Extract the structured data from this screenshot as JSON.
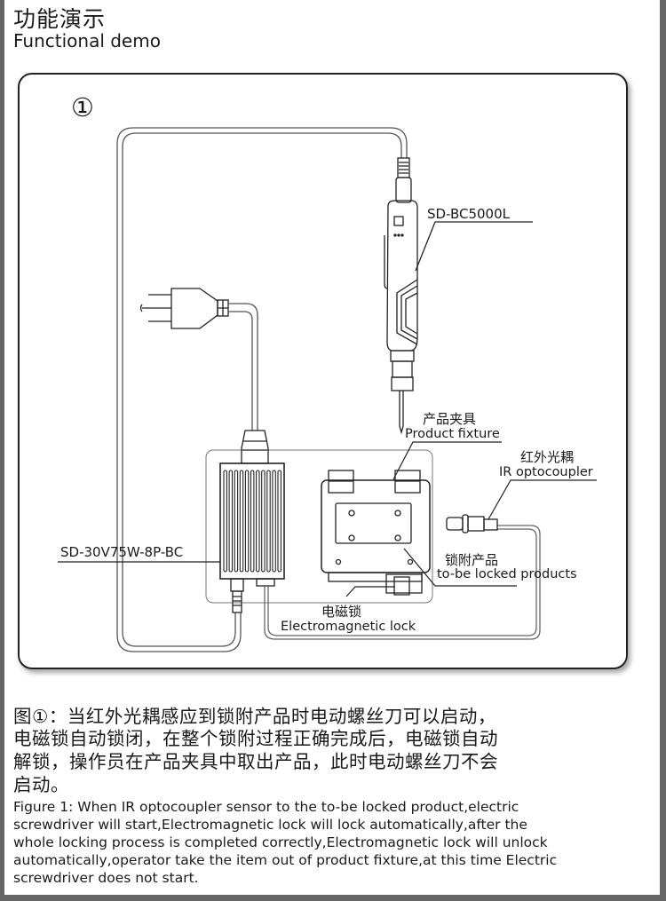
{
  "header": {
    "title_cn": "功能演示",
    "title_en": "Functional demo"
  },
  "diagram": {
    "number": "①",
    "labels": {
      "screwdriver": "SD-BC5000L",
      "power_supply": "SD-30V75W-8P-BC",
      "fixture_cn": "产品夹具",
      "fixture_en": "Product fixture",
      "ir_cn": "红外光耦",
      "ir_en": "IR optocoupler",
      "product_cn": "锁附产品",
      "product_en": "to-be locked products",
      "lock_cn": "电磁锁",
      "lock_en": "Electromagnetic lock"
    }
  },
  "caption": {
    "cn": [
      "图①：当红外光耦感应到锁附产品时电动螺丝刀可以启动，",
      "电磁锁自动锁闭，在整个锁附过程正确完成后，电磁锁自动",
      "解锁，操作员在产品夹具中取出产品，此时电动螺丝刀不会",
      "启动。"
    ],
    "en": [
      "Figure 1: When IR optocoupler sensor to the to-be locked product,electric",
      "screwdriver will start,Electromagnetic lock will lock automatically,after the",
      "whole locking process is completed correctly,Electromagnetic lock will unlock",
      "automatically,operator take the item out of product fixture,at this time Electric",
      "screwdriver does not start."
    ]
  }
}
